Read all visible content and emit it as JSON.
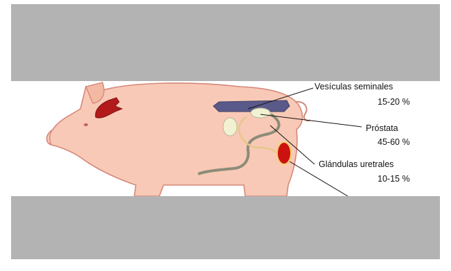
{
  "labels": {
    "vesiculas_name": "Vesículas seminales",
    "vesiculas_pct": "15-20 %",
    "prostata_name": "Próstata",
    "prostata_pct": "45-60 %",
    "glandulas_name": "Glándulas uretrales",
    "glandulas_pct": "10-15 %"
  },
  "colors": {
    "pig_body": "#f8c9b6",
    "pig_outline": "#d6877a",
    "brain": "#b31b1b",
    "vesicles": "#5a5a8a",
    "prostate": "#f2f2d2",
    "urethra": "#8c8c78",
    "testis": "#cc1111",
    "background_band": "#b3b3b3"
  }
}
